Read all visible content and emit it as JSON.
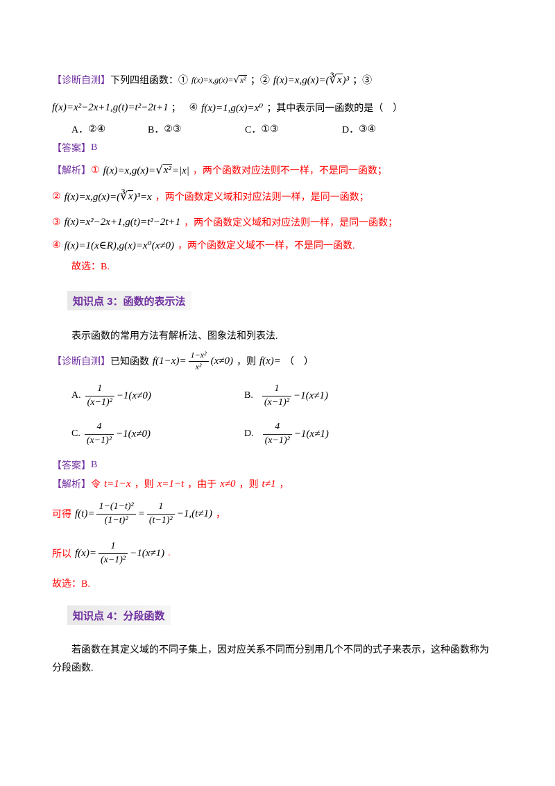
{
  "colors": {
    "tag_purple": "#7030A0",
    "analysis_red": "#FF0000",
    "text_black": "#000000"
  },
  "q1": {
    "tag": "【诊断自测】",
    "intro": "下列四组函数：①",
    "pair1": {
      "lhs": "f(x)=x,g(x)=",
      "radical": "√",
      "radicand": "x²"
    },
    "sep1": "；②",
    "pair2": {
      "lhs": "f(x)=x,g(x)=(",
      "radical": "∛",
      "radicand": "x",
      "rhs": ")³"
    },
    "sep2": "；③",
    "pair3": "f(x)=x²−2x+1,g(t)=t²−2t+1",
    "sep3": "；",
    "num4": "④",
    "pair4": "f(x)=1,g(x)=x⁰",
    "question": "；其中表示同一函数的是（　）",
    "options": [
      {
        "letter": "A．",
        "value": "②④"
      },
      {
        "letter": "B．",
        "value": "②③"
      },
      {
        "letter": "C．",
        "value": "①③"
      },
      {
        "letter": "D．",
        "value": "③④"
      }
    ],
    "answer": {
      "tag": "【答案】",
      "value": "B"
    },
    "analysis": {
      "tag": "【解析】",
      "items": [
        {
          "num": "①",
          "lhs": "f(x)=x,g(x)=",
          "radical": "√",
          "radicand": "x²",
          "rhs": "=|x|",
          "text": "，两个函数对应法则不一样，不是同一函数；"
        },
        {
          "num": "②",
          "lhs": "f(x)=x,g(x)=(",
          "radical": "∛",
          "radicand": "x",
          "rhs": ")³=x",
          "text": "，两个函数定义域和对应法则一样，是同一函数；"
        },
        {
          "num": "③",
          "formula": "f(x)=x²−2x+1,g(t)=t²−2t+1",
          "text": "，两个函数定义域和对应法则一样，是同一函数；"
        },
        {
          "num": "④",
          "formula": "f(x)=1(x∈R),g(x)=x⁰(x≠0)",
          "text": "，两个函数定义域不一样，不是同一函数."
        }
      ],
      "conclusion": "故选：B."
    }
  },
  "kp3": {
    "heading": "知识点 3：函数的表示法",
    "text": "表示函数的常用方法有解析法、图象法和列表法."
  },
  "q2": {
    "tag": "【诊断自测】",
    "intro": "已知函数",
    "lhs": "f(1−x)=",
    "frac": {
      "num": "1−x²",
      "den": "x²"
    },
    "cond": "(x≠0)",
    "then": "，则",
    "ask": "f(x)=",
    "blank": "（　）",
    "options": [
      {
        "letter": "A.",
        "num": "1",
        "den": "(x−1)²",
        "tail": "−1(x≠0)"
      },
      {
        "letter": "B.",
        "num": "1",
        "den": "(x−1)²",
        "tail": "−1(x≠1)"
      },
      {
        "letter": "C.",
        "num": "4",
        "den": "(x−1)²",
        "tail": "−1(x≠0)"
      },
      {
        "letter": "D.",
        "num": "4",
        "den": "(x−1)²",
        "tail": "−1(x≠1)"
      }
    ],
    "answer": {
      "tag": "【答案】",
      "value": "B"
    },
    "analysis": {
      "tag": "【解析】",
      "step1": [
        "令",
        "t=1−x",
        "，则",
        "x=1−t",
        "，由于",
        "x≠0",
        "，则",
        "t≠1",
        "，"
      ],
      "step2": {
        "lead": "可得",
        "lhs": "f(t)=",
        "frac1": {
          "num": "1−(1−t)²",
          "den": "(1−t)²"
        },
        "eq": "=",
        "frac2": {
          "num": "1",
          "den": "(t−1)²"
        },
        "tail": "−1,(t≠1)",
        "end": "，"
      },
      "step3": {
        "lead": "所以",
        "lhs": "f(x)=",
        "frac": {
          "num": "1",
          "den": "(x−1)²"
        },
        "tail": "−1(x≠1)",
        "end": "."
      },
      "conclusion": "故选：B."
    }
  },
  "kp4": {
    "heading": "知识点 4：分段函数",
    "paragraph": "若函数在其定义域的不同子集上，因对应关系不同而分别用几个不同的式子来表示，这种函数称为分段函数."
  }
}
